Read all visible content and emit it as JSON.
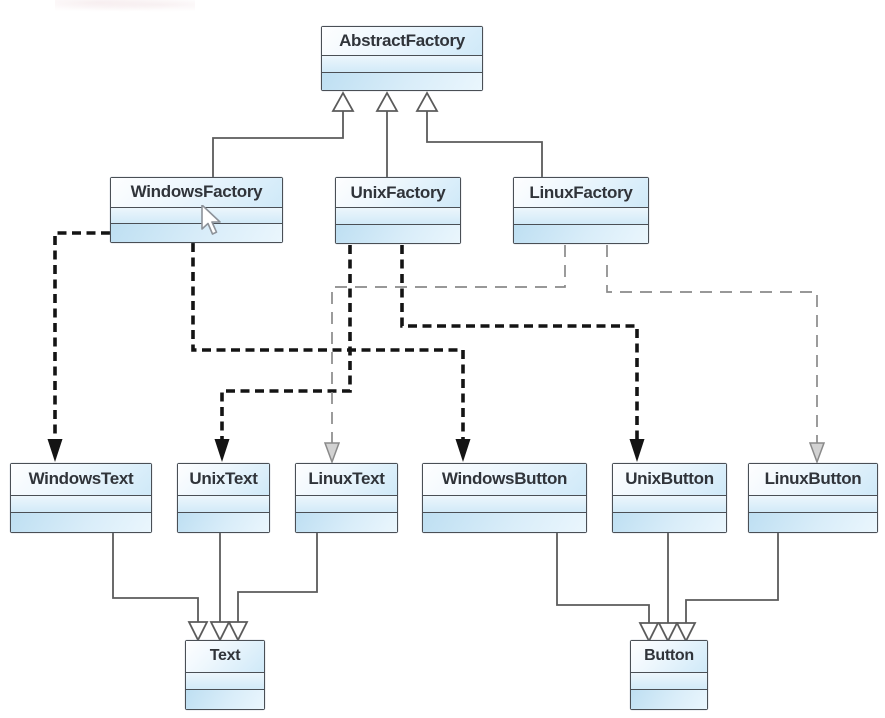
{
  "diagram": {
    "type": "uml-class-diagram",
    "pattern": "Abstract Factory",
    "nodes": [
      {
        "id": "abstract-factory",
        "label": "AbstractFactory"
      },
      {
        "id": "windows-factory",
        "label": "WindowsFactory"
      },
      {
        "id": "unix-factory",
        "label": "UnixFactory"
      },
      {
        "id": "linux-factory",
        "label": "LinuxFactory"
      },
      {
        "id": "windows-text",
        "label": "WindowsText"
      },
      {
        "id": "unix-text",
        "label": "UnixText"
      },
      {
        "id": "linux-text",
        "label": "LinuxText"
      },
      {
        "id": "windows-button",
        "label": "WindowsButton"
      },
      {
        "id": "unix-button",
        "label": "UnixButton"
      },
      {
        "id": "linux-button",
        "label": "LinuxButton"
      },
      {
        "id": "text",
        "label": "Text"
      },
      {
        "id": "button",
        "label": "Button"
      }
    ],
    "edges": [
      {
        "from": "WindowsFactory",
        "to": "AbstractFactory",
        "type": "generalization",
        "style": "solid-hollow-triangle"
      },
      {
        "from": "UnixFactory",
        "to": "AbstractFactory",
        "type": "generalization",
        "style": "solid-hollow-triangle"
      },
      {
        "from": "LinuxFactory",
        "to": "AbstractFactory",
        "type": "generalization",
        "style": "solid-hollow-triangle"
      },
      {
        "from": "WindowsText",
        "to": "Text",
        "type": "generalization",
        "style": "solid-hollow-triangle"
      },
      {
        "from": "UnixText",
        "to": "Text",
        "type": "generalization",
        "style": "solid-hollow-triangle"
      },
      {
        "from": "LinuxText",
        "to": "Text",
        "type": "generalization",
        "style": "solid-hollow-triangle"
      },
      {
        "from": "WindowsButton",
        "to": "Button",
        "type": "generalization",
        "style": "solid-hollow-triangle"
      },
      {
        "from": "UnixButton",
        "to": "Button",
        "type": "generalization",
        "style": "solid-hollow-triangle"
      },
      {
        "from": "LinuxButton",
        "to": "Button",
        "type": "generalization",
        "style": "solid-hollow-triangle"
      },
      {
        "from": "WindowsFactory",
        "to": "WindowsText",
        "type": "dependency",
        "style": "dashed-bold-black"
      },
      {
        "from": "WindowsFactory",
        "to": "WindowsButton",
        "type": "dependency",
        "style": "dashed-bold-black"
      },
      {
        "from": "UnixFactory",
        "to": "UnixText",
        "type": "dependency",
        "style": "dashed-bold-black"
      },
      {
        "from": "UnixFactory",
        "to": "UnixButton",
        "type": "dependency",
        "style": "dashed-bold-black"
      },
      {
        "from": "LinuxFactory",
        "to": "LinuxText",
        "type": "dependency",
        "style": "dashed-thin-gray"
      },
      {
        "from": "LinuxFactory",
        "to": "LinuxButton",
        "type": "dependency",
        "style": "dashed-thin-gray"
      }
    ],
    "colors": {
      "box_border": "#4a4f55",
      "box_fill_light": "#eef7fd",
      "box_fill_blue": "#bedff2",
      "title_text": "#30343a",
      "generalization_line": "#5b5b5b",
      "dependency_bold": "#141414",
      "dependency_thin": "#8a8a8a",
      "background": "#ffffff"
    }
  },
  "icons": {
    "cursor": "mouse-pointer-icon"
  }
}
